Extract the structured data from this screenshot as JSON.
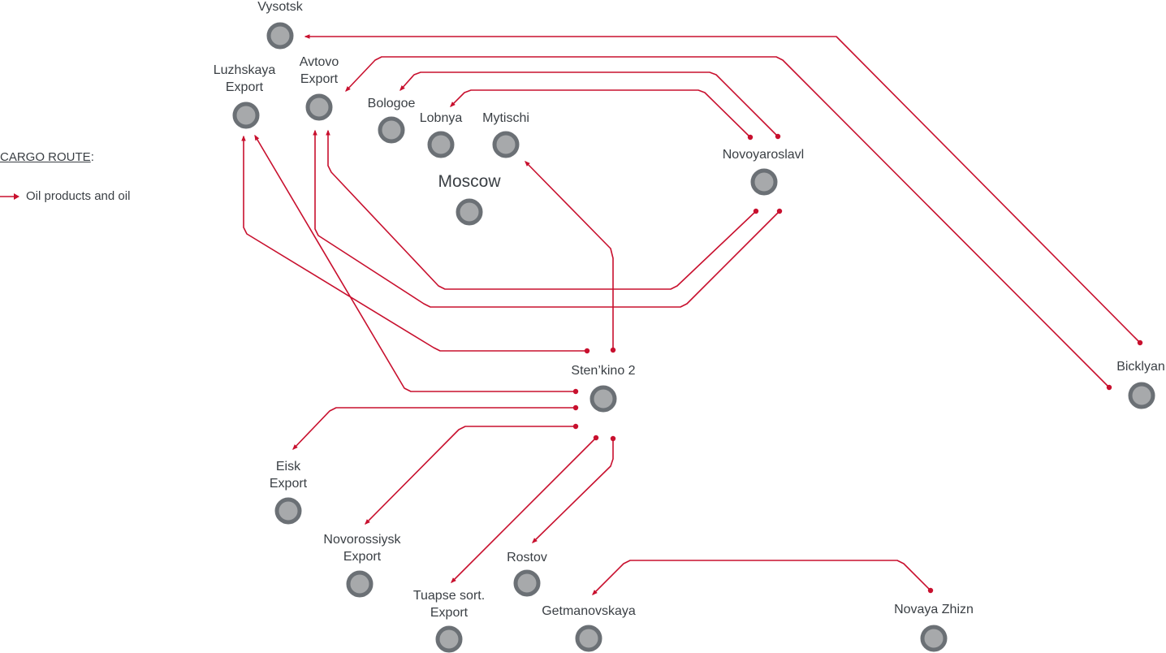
{
  "legend": {
    "title": "CARGO ROUTE",
    "title_suffix": ":",
    "items": [
      {
        "label": "Oil products and oil",
        "color": "#c8102e"
      }
    ]
  },
  "colors": {
    "route": "#c8102e",
    "station_ring": "#6b7075",
    "station_fill": "#a7a9ab",
    "text": "#3a3f44"
  },
  "stations": [
    {
      "id": "vysotsk",
      "label": [
        "Vysotsk"
      ]
    },
    {
      "id": "luzhskaya",
      "label": [
        "Luzhskaya",
        "Export"
      ]
    },
    {
      "id": "avtovo",
      "label": [
        "Avtovo",
        "Export"
      ]
    },
    {
      "id": "bologoe",
      "label": [
        "Bologoe"
      ]
    },
    {
      "id": "lobnya",
      "label": [
        "Lobnya"
      ]
    },
    {
      "id": "mytischi",
      "label": [
        "Mytischi"
      ]
    },
    {
      "id": "moscow",
      "label": [
        "Moscow"
      ]
    },
    {
      "id": "novoyaroslavl",
      "label": [
        "Novoyaroslavl"
      ]
    },
    {
      "id": "bicklyan",
      "label": [
        "Bicklyan"
      ]
    },
    {
      "id": "stenkino",
      "label": [
        "Sten’kino 2"
      ]
    },
    {
      "id": "eisk",
      "label": [
        "Eisk",
        "Export"
      ]
    },
    {
      "id": "novorossiysk",
      "label": [
        "Novorossiysk",
        "Export"
      ]
    },
    {
      "id": "rostov",
      "label": [
        "Rostov"
      ]
    },
    {
      "id": "tuapse",
      "label": [
        "Tuapse sort.",
        "Export"
      ]
    },
    {
      "id": "getmanovskaya",
      "label": [
        "Getmanovskaya"
      ]
    },
    {
      "id": "novaya_zhizn",
      "label": [
        "Novaya Zhizn"
      ]
    }
  ],
  "routes": [
    {
      "from": "Bicklyan",
      "to": "Vysotsk"
    },
    {
      "from": "Bicklyan",
      "to": "Avtovo Export"
    },
    {
      "from": "Novoyaroslavl",
      "to": "Bologoe"
    },
    {
      "from": "Novoyaroslavl",
      "to": "Lobnya"
    },
    {
      "from": "Novoyaroslavl",
      "to": "Avtovo Export"
    },
    {
      "from": "Novoyaroslavl",
      "to": "Luzhskaya Export"
    },
    {
      "from": "Sten’kino 2",
      "to": "Mytischi"
    },
    {
      "from": "Sten’kino 2",
      "to": "Avtovo Export"
    },
    {
      "from": "Sten’kino 2",
      "to": "Luzhskaya Export"
    },
    {
      "from": "Sten’kino 2",
      "to": "Eisk Export"
    },
    {
      "from": "Sten’kino 2",
      "to": "Novorossiysk Export"
    },
    {
      "from": "Sten’kino 2",
      "to": "Tuapse sort. Export"
    },
    {
      "from": "Sten’kino 2",
      "to": "Rostov"
    },
    {
      "from": "Novaya Zhizn",
      "to": "Getmanovskaya"
    }
  ]
}
